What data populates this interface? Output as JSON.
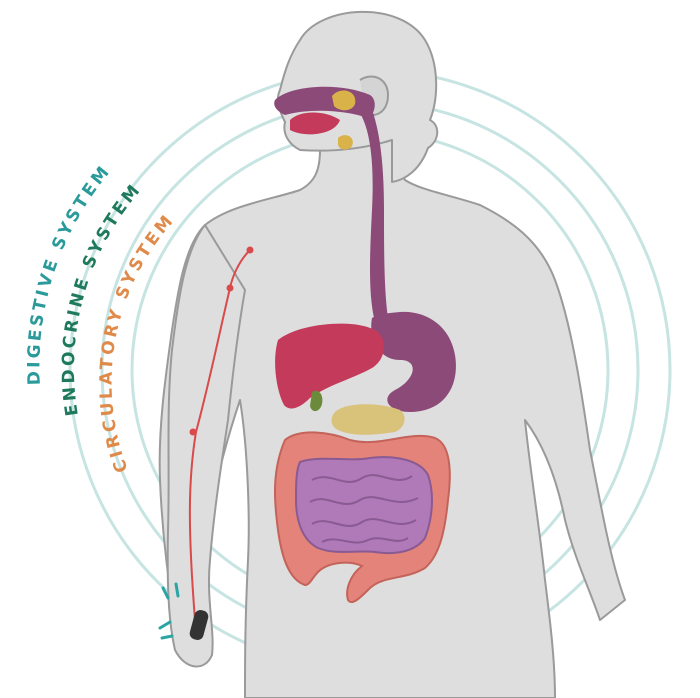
{
  "labels": {
    "digestive": "DIGESTIVE SYSTEM",
    "endocrine": "ENDOCRINE SYSTEM",
    "circulatory": "CIRCULATORY SYSTEM"
  },
  "colors": {
    "digestive": "#2a9a9a",
    "endocrine": "#1f7a5c",
    "circulatory": "#e08a4a",
    "rings": "#c6e4e2",
    "body": "#dedede",
    "body_outline": "#9a9a9a",
    "esophagus_stomach": "#8c4a78",
    "liver": "#c43a5a",
    "pancreas": "#d9c27a",
    "large_intestine": "#e4837a",
    "small_intestine": "#b07ab8",
    "gallbladder": "#6b8a3a",
    "salivary": "#d9b24a",
    "vessel_line": "#d94a4a",
    "device": "#333333",
    "device_signal": "#2aa5a5"
  },
  "icons": [
    "human-body-icon",
    "wearable-sensor-icon",
    "signal-icon"
  ]
}
